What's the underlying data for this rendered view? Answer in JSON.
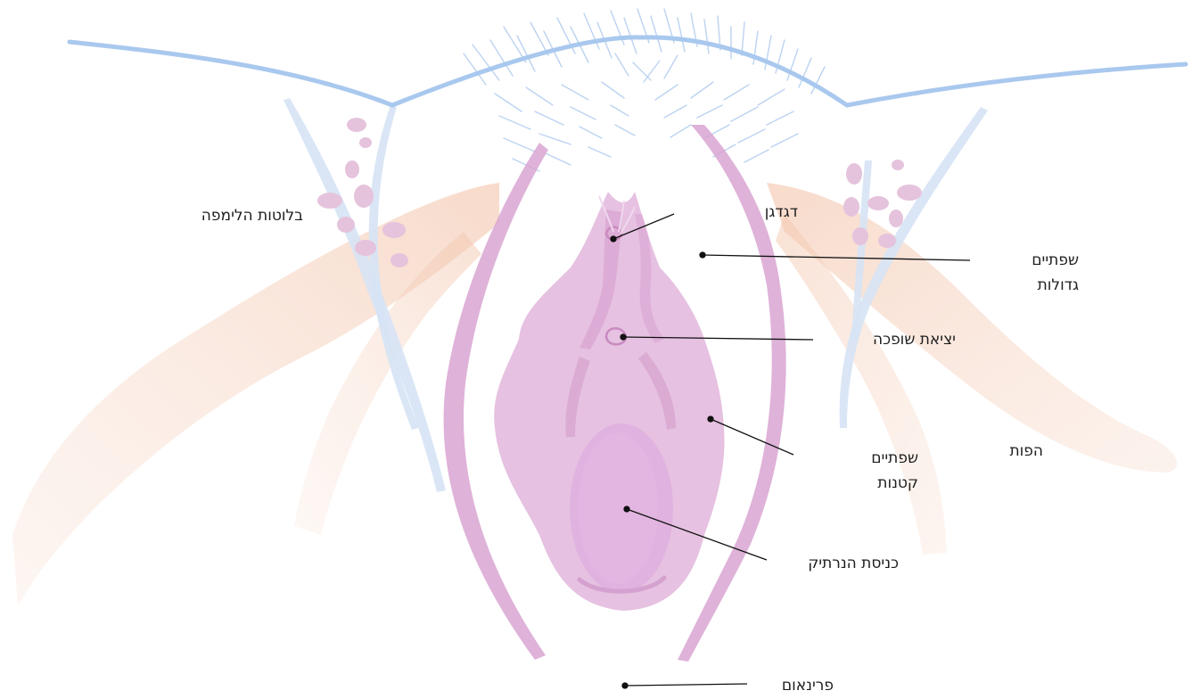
{
  "colors": {
    "background": "#ffffff",
    "skin_line": "#a9c8ee",
    "pubic_hair": "#bcd3f1",
    "lymph_vessel": "#d3e1f4",
    "lymph_node": "#e7c6de",
    "thigh_muscle": "#f6d8c8",
    "labia_majora": "#dba8d4",
    "vulva_fill": "#e6c3e2",
    "vulva_detail": "#d5a1cf",
    "vaginal_opening": "#dfaede",
    "pointer_line": "#111111"
  },
  "labels": {
    "lymph_nodes": "בלוטות הלימפה",
    "clitoris": "דגדגן",
    "labia_majora_line1": "שפתיים",
    "labia_majora_line2": "גדולות",
    "urethral_opening": "יציאת שופכה",
    "labia_minora_line1": "שפתיים",
    "labia_minora_line2": "קטנות",
    "groin": "הפות",
    "vaginal_opening": "כניסת הנרתיק",
    "perineum": "פרינאום"
  }
}
